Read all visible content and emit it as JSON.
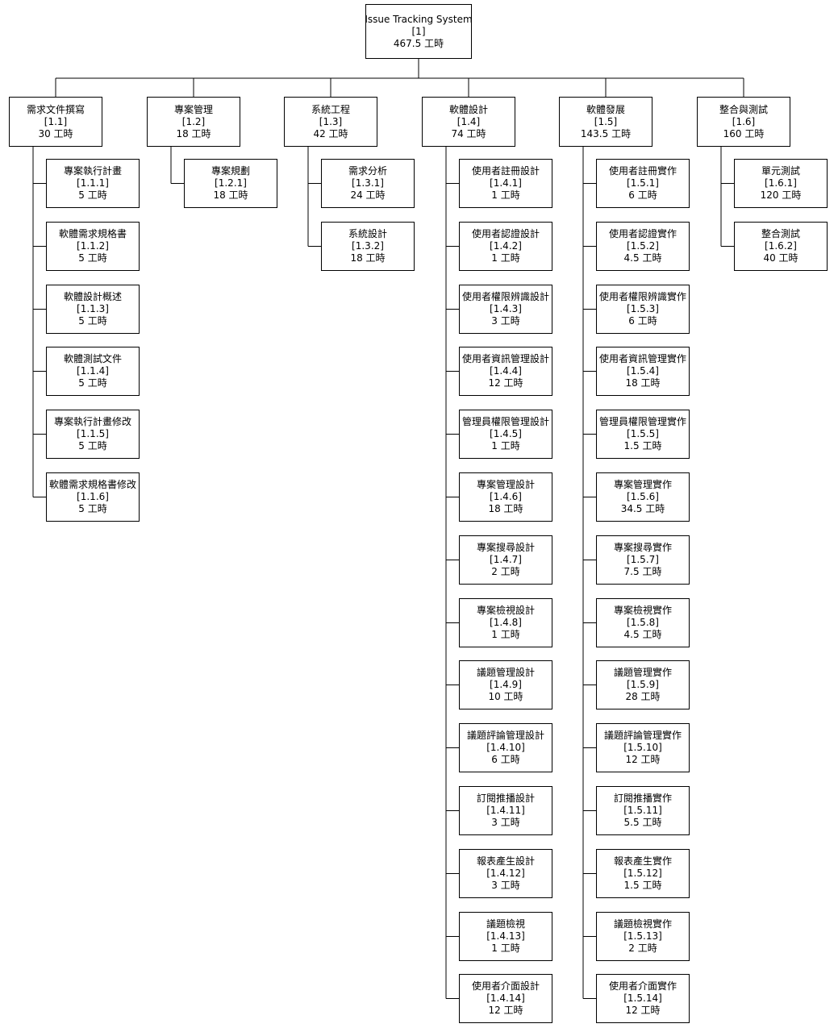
{
  "wbs": {
    "root": {
      "name": "Issue Tracking System",
      "code": "[1]",
      "hours": "467.5 工時"
    },
    "phases": [
      {
        "name": "需求文件撰寫",
        "code": "[1.1]",
        "hours": "30 工時",
        "tasks": [
          {
            "name": "專案執行計畫",
            "code": "[1.1.1]",
            "hours": "5 工時"
          },
          {
            "name": "軟體需求規格書",
            "code": "[1.1.2]",
            "hours": "5 工時"
          },
          {
            "name": "軟體設計概述",
            "code": "[1.1.3]",
            "hours": "5 工時"
          },
          {
            "name": "軟體測試文件",
            "code": "[1.1.4]",
            "hours": "5 工時"
          },
          {
            "name": "專案執行計畫修改",
            "code": "[1.1.5]",
            "hours": "5 工時"
          },
          {
            "name": "軟體需求規格書修改",
            "code": "[1.1.6]",
            "hours": "5 工時"
          }
        ]
      },
      {
        "name": "專案管理",
        "code": "[1.2]",
        "hours": "18 工時",
        "tasks": [
          {
            "name": "專案規劃",
            "code": "[1.2.1]",
            "hours": "18 工時"
          }
        ]
      },
      {
        "name": "系統工程",
        "code": "[1.3]",
        "hours": "42 工時",
        "tasks": [
          {
            "name": "需求分析",
            "code": "[1.3.1]",
            "hours": "24 工時"
          },
          {
            "name": "系統設計",
            "code": "[1.3.2]",
            "hours": "18 工時"
          }
        ]
      },
      {
        "name": "軟體設計",
        "code": "[1.4]",
        "hours": "74 工時",
        "tasks": [
          {
            "name": "使用者註冊設計",
            "code": "[1.4.1]",
            "hours": "1 工時"
          },
          {
            "name": "使用者認證設計",
            "code": "[1.4.2]",
            "hours": "1 工時"
          },
          {
            "name": "使用者權限辨識設計",
            "code": "[1.4.3]",
            "hours": "3 工時"
          },
          {
            "name": "使用者資訊管理設計",
            "code": "[1.4.4]",
            "hours": "12 工時"
          },
          {
            "name": "管理員權限管理設計",
            "code": "[1.4.5]",
            "hours": "1 工時"
          },
          {
            "name": "專案管理設計",
            "code": "[1.4.6]",
            "hours": "18 工時"
          },
          {
            "name": "專案搜尋設計",
            "code": "[1.4.7]",
            "hours": "2 工時"
          },
          {
            "name": "專案檢視設計",
            "code": "[1.4.8]",
            "hours": "1 工時"
          },
          {
            "name": "議題管理設計",
            "code": "[1.4.9]",
            "hours": "10 工時"
          },
          {
            "name": "議題評論管理設計",
            "code": "[1.4.10]",
            "hours": "6 工時"
          },
          {
            "name": "訂閱推播設計",
            "code": "[1.4.11]",
            "hours": "3 工時"
          },
          {
            "name": "報表產生設計",
            "code": "[1.4.12]",
            "hours": "3 工時"
          },
          {
            "name": "議題檢視",
            "code": "[1.4.13]",
            "hours": "1 工時"
          },
          {
            "name": "使用者介面設計",
            "code": "[1.4.14]",
            "hours": "12 工時"
          }
        ]
      },
      {
        "name": "軟體發展",
        "code": "[1.5]",
        "hours": "143.5 工時",
        "tasks": [
          {
            "name": "使用者註冊實作",
            "code": "[1.5.1]",
            "hours": "6 工時"
          },
          {
            "name": "使用者認證實作",
            "code": "[1.5.2]",
            "hours": "4.5 工時"
          },
          {
            "name": "使用者權限辨識實作",
            "code": "[1.5.3]",
            "hours": "6 工時"
          },
          {
            "name": "使用者資訊管理實作",
            "code": "[1.5.4]",
            "hours": "18 工時"
          },
          {
            "name": "管理員權限管理實作",
            "code": "[1.5.5]",
            "hours": "1.5 工時"
          },
          {
            "name": "專案管理實作",
            "code": "[1.5.6]",
            "hours": "34.5 工時"
          },
          {
            "name": "專案搜尋實作",
            "code": "[1.5.7]",
            "hours": "7.5 工時"
          },
          {
            "name": "專案檢視實作",
            "code": "[1.5.8]",
            "hours": "4.5 工時"
          },
          {
            "name": "議題管理實作",
            "code": "[1.5.9]",
            "hours": "28 工時"
          },
          {
            "name": "議題評論管理實作",
            "code": "[1.5.10]",
            "hours": "12 工時"
          },
          {
            "name": "訂閱推播實作",
            "code": "[1.5.11]",
            "hours": "5.5 工時"
          },
          {
            "name": "報表產生實作",
            "code": "[1.5.12]",
            "hours": "1.5 工時"
          },
          {
            "name": "議題檢視實作",
            "code": "[1.5.13]",
            "hours": "2 工時"
          },
          {
            "name": "使用者介面實作",
            "code": "[1.5.14]",
            "hours": "12 工時"
          }
        ]
      },
      {
        "name": "整合與測試",
        "code": "[1.6]",
        "hours": "160 工時",
        "tasks": [
          {
            "name": "單元測試",
            "code": "[1.6.1]",
            "hours": "120 工時"
          },
          {
            "name": "整合測試",
            "code": "[1.6.2]",
            "hours": "40 工時"
          }
        ]
      }
    ]
  },
  "colors": {
    "border": "#000000",
    "line": "#000000",
    "background": "#ffffff",
    "text": "#000000"
  }
}
